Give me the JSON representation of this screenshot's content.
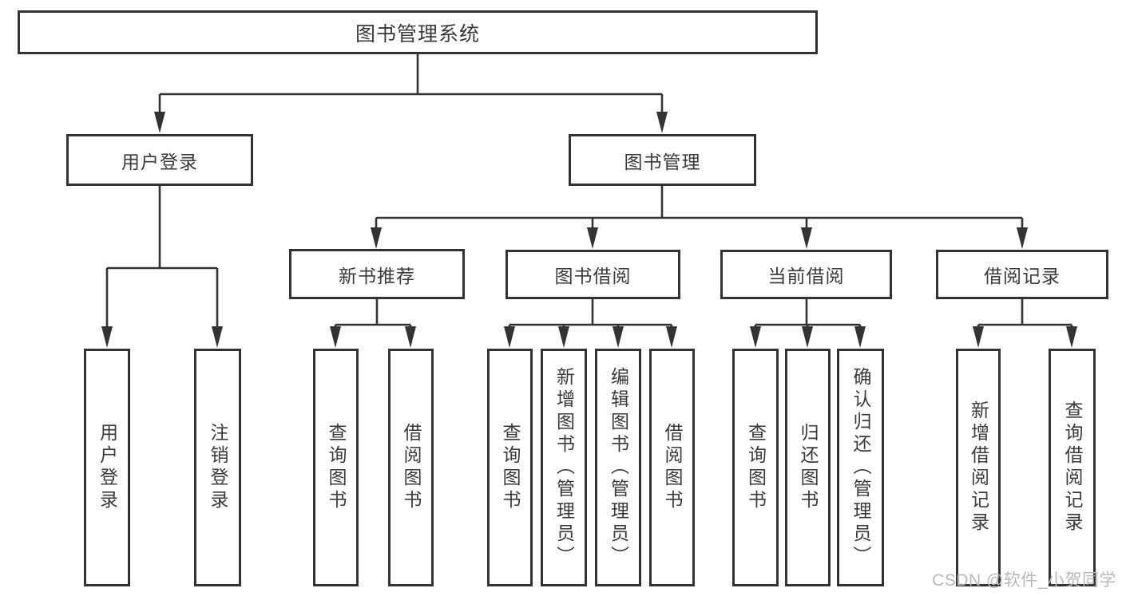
{
  "colors": {
    "line": "#333333",
    "text": "#3a3a3a",
    "watermark": "#b8b8b8",
    "box-bg": "#ffffff"
  },
  "watermark": {
    "text": "CSDN @软件_小贺同学"
  },
  "tree": {
    "root": {
      "label": "图书管理系统"
    },
    "children": [
      {
        "label": "用户登录",
        "children": [
          {
            "label": "用户登录"
          },
          {
            "label": "注销登录"
          }
        ]
      },
      {
        "label": "图书管理",
        "children": [
          {
            "label": "新书推荐",
            "children": [
              {
                "label": "查询图书"
              },
              {
                "label": "借阅图书"
              }
            ]
          },
          {
            "label": "图书借阅",
            "children": [
              {
                "label": "查询图书"
              },
              {
                "label": "新增图书（管理员）"
              },
              {
                "label": "编辑图书（管理员）"
              },
              {
                "label": "借阅图书"
              }
            ]
          },
          {
            "label": "当前借阅",
            "children": [
              {
                "label": "查询图书"
              },
              {
                "label": "归还图书"
              },
              {
                "label": "确认归还（管理员）"
              }
            ]
          },
          {
            "label": "借阅记录",
            "children": [
              {
                "label": "新增借阅记录"
              },
              {
                "label": "查询借阅记录"
              }
            ]
          }
        ]
      }
    ]
  }
}
